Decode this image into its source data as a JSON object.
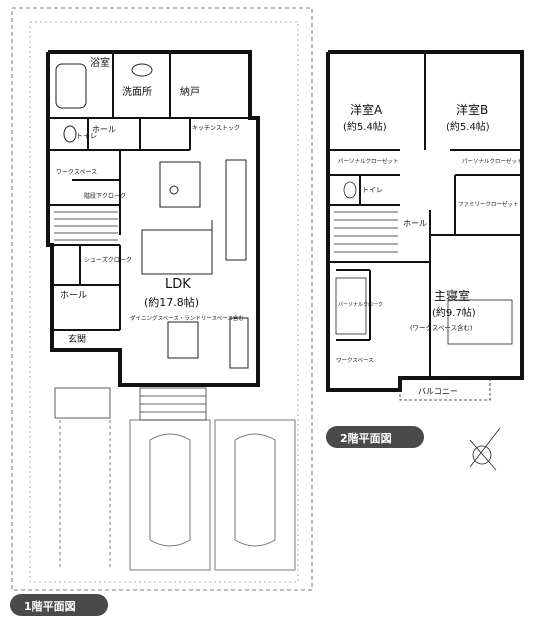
{
  "floor1": {
    "badge": "1階平面図",
    "rooms": {
      "bath": "浴室",
      "washroom": "洗面所",
      "storage": "納戸",
      "toilet": "トイレ",
      "hall_upper": "ホール",
      "kitchen_stock": "キッチンストック",
      "workspace": "ワークスペース",
      "stair_closet": "階段下クローク",
      "shoes_closet": "シューズクローク",
      "hall_lower": "ホール",
      "genkan": "玄関",
      "ldk": "LDK",
      "ldk_size": "(約17.8帖)",
      "ldk_note": "ダイニングスペース・ランドリースペース含む"
    }
  },
  "floor2": {
    "badge": "2階平面図",
    "rooms": {
      "room_a": "洋室A",
      "room_a_size": "(約5.4帖)",
      "room_b": "洋室B",
      "room_b_size": "(約5.4帖)",
      "closet_a": "パーソナルクローゼット",
      "closet_b": "パーソナルクローゼット",
      "toilet": "トイレ",
      "hall": "ホール",
      "family_closet": "ファミリークローゼット",
      "personal_closet": "パーソナルクローク",
      "workspace": "ワークスペース",
      "master": "主寝室",
      "master_size": "(約9.7帖)",
      "master_note": "(ワークスペース含む)",
      "balcony": "バルコニー"
    }
  }
}
